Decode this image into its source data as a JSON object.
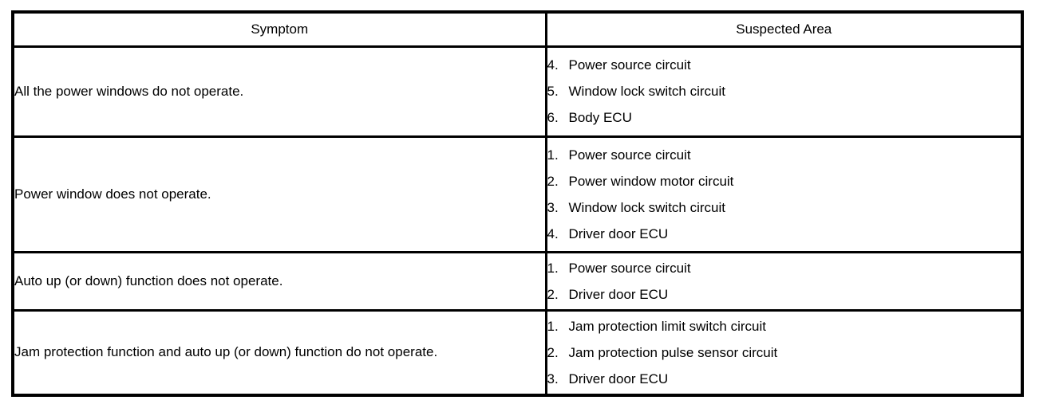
{
  "colors": {
    "border": "#000000",
    "text": "#000000",
    "background": "#ffffff"
  },
  "table": {
    "header": {
      "symptom": "Symptom",
      "suspected_area": "Suspected Area"
    },
    "rows": [
      {
        "symptom": "All the power windows do not operate.",
        "areas": [
          {
            "num": "4.",
            "text": "Power source circuit"
          },
          {
            "num": "5.",
            "text": "Window lock switch circuit"
          },
          {
            "num": "6.",
            "text": "Body ECU"
          }
        ]
      },
      {
        "symptom": "Power window does not operate.",
        "areas": [
          {
            "num": "1.",
            "text": "Power source circuit"
          },
          {
            "num": "2.",
            "text": "Power window motor circuit"
          },
          {
            "num": "3.",
            "text": "Window lock switch circuit"
          },
          {
            "num": "4.",
            "text": "Driver door ECU"
          }
        ]
      },
      {
        "symptom": "Auto up (or down) function does not operate.",
        "areas": [
          {
            "num": "1.",
            "text": "Power source circuit"
          },
          {
            "num": "2.",
            "text": "Driver door ECU"
          }
        ]
      },
      {
        "symptom": "Jam protection function and auto up (or down) function do not operate.",
        "areas": [
          {
            "num": "1.",
            "text": "Jam protection limit switch circuit"
          },
          {
            "num": "2.",
            "text": "Jam protection pulse sensor circuit"
          },
          {
            "num": "3.",
            "text": "Driver door ECU"
          }
        ]
      }
    ]
  }
}
